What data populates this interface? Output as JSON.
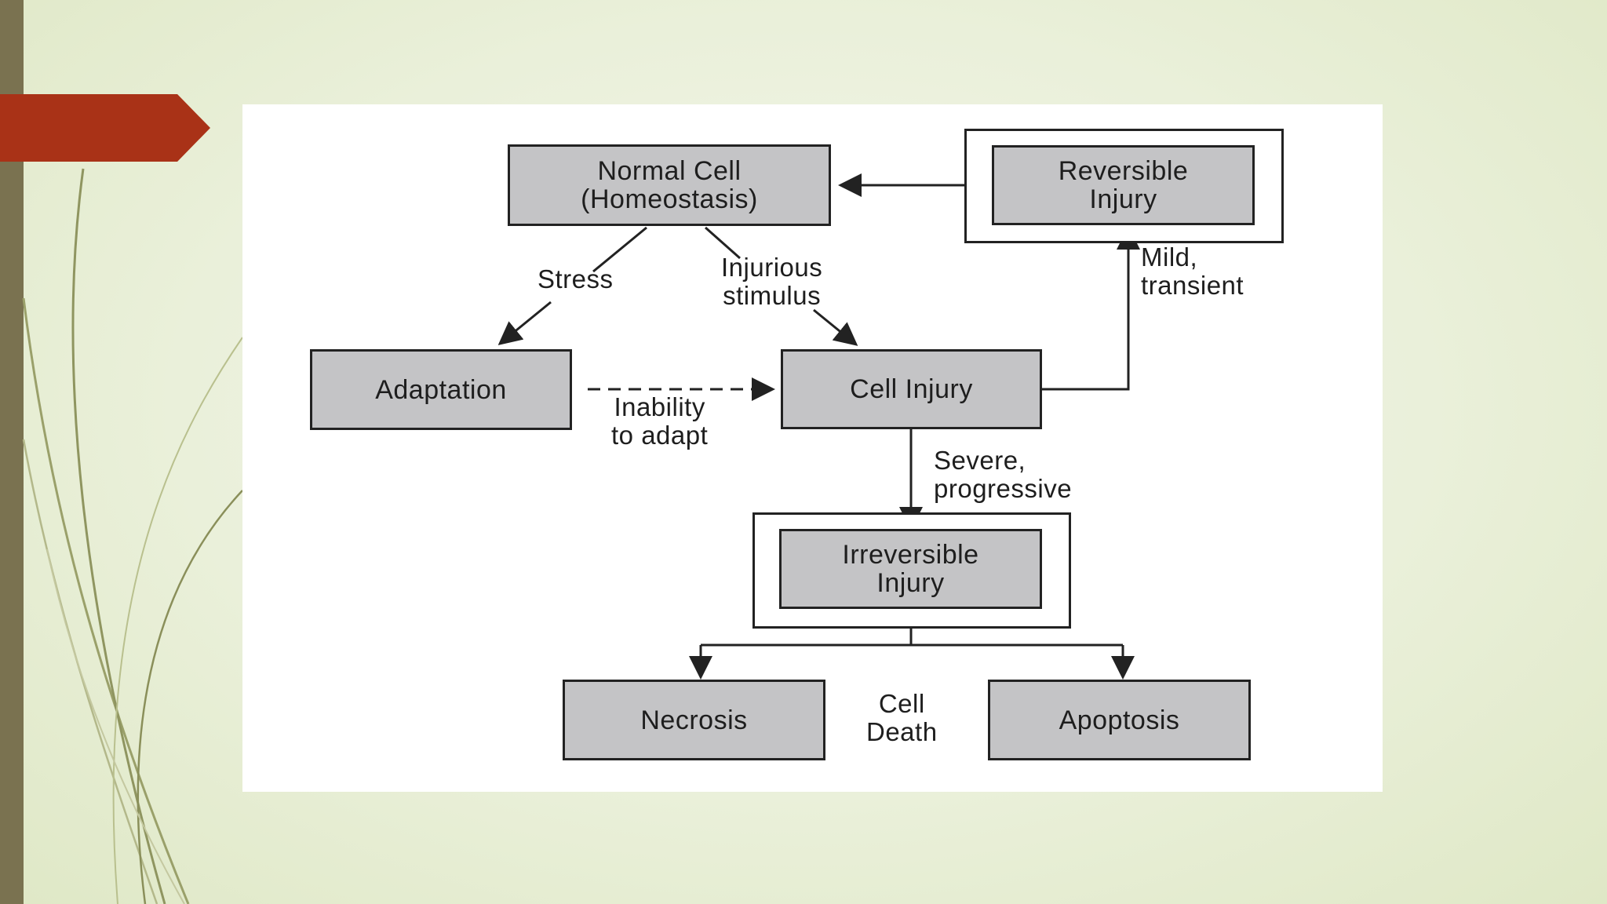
{
  "theme": {
    "background": "#eaf0da",
    "left_bar": "#7a7250",
    "accent_tab": "#a93217",
    "box_fill": "#c4c4c6",
    "line_color": "#222222"
  },
  "diagram": {
    "nodes": {
      "normal_cell": "Normal Cell\n(Homeostasis)",
      "reversible_injury": "Reversible\nInjury",
      "adaptation": "Adaptation",
      "cell_injury": "Cell  Injury",
      "irreversible_injury": "Irreversible\nInjury",
      "necrosis": "Necrosis",
      "apoptosis": "Apoptosis"
    },
    "edge_labels": {
      "stress": "Stress",
      "injurious_stimulus": "Injurious\nstimulus",
      "mild_transient": "Mild,\ntransient",
      "inability_to_adapt": "Inability\nto adapt",
      "severe_progressive": "Severe,\nprogressive",
      "cell_death": "Cell\nDeath"
    }
  }
}
